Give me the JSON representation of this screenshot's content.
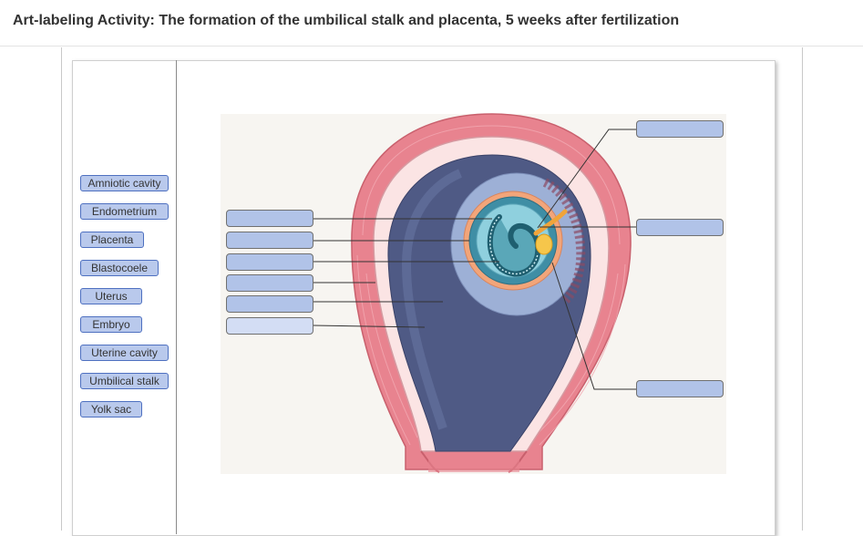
{
  "header": {
    "title": "Art-labeling Activity: The formation of the umbilical stalk and placenta, 5 weeks after fertilization"
  },
  "label_bank": {
    "items": [
      "Amniotic cavity",
      "Endometrium",
      "Placenta",
      "Blastocoele",
      "Uterus",
      "Embryo",
      "Uterine cavity",
      "Umbilical stalk",
      "Yolk sac"
    ]
  },
  "drop_targets": {
    "count": 9,
    "values": [
      "",
      "",
      "",
      "",
      "",
      "",
      "",
      "",
      ""
    ]
  },
  "colors": {
    "chip_fill": "#b9c9ec",
    "chip_border": "#4e70c0",
    "target_fill": "#b1c3e8",
    "target_fill_active": "#d3ddf4",
    "uterine_wall": "#e8838f",
    "cavity": "#4f5a85",
    "amnion": "#54a7bd"
  }
}
